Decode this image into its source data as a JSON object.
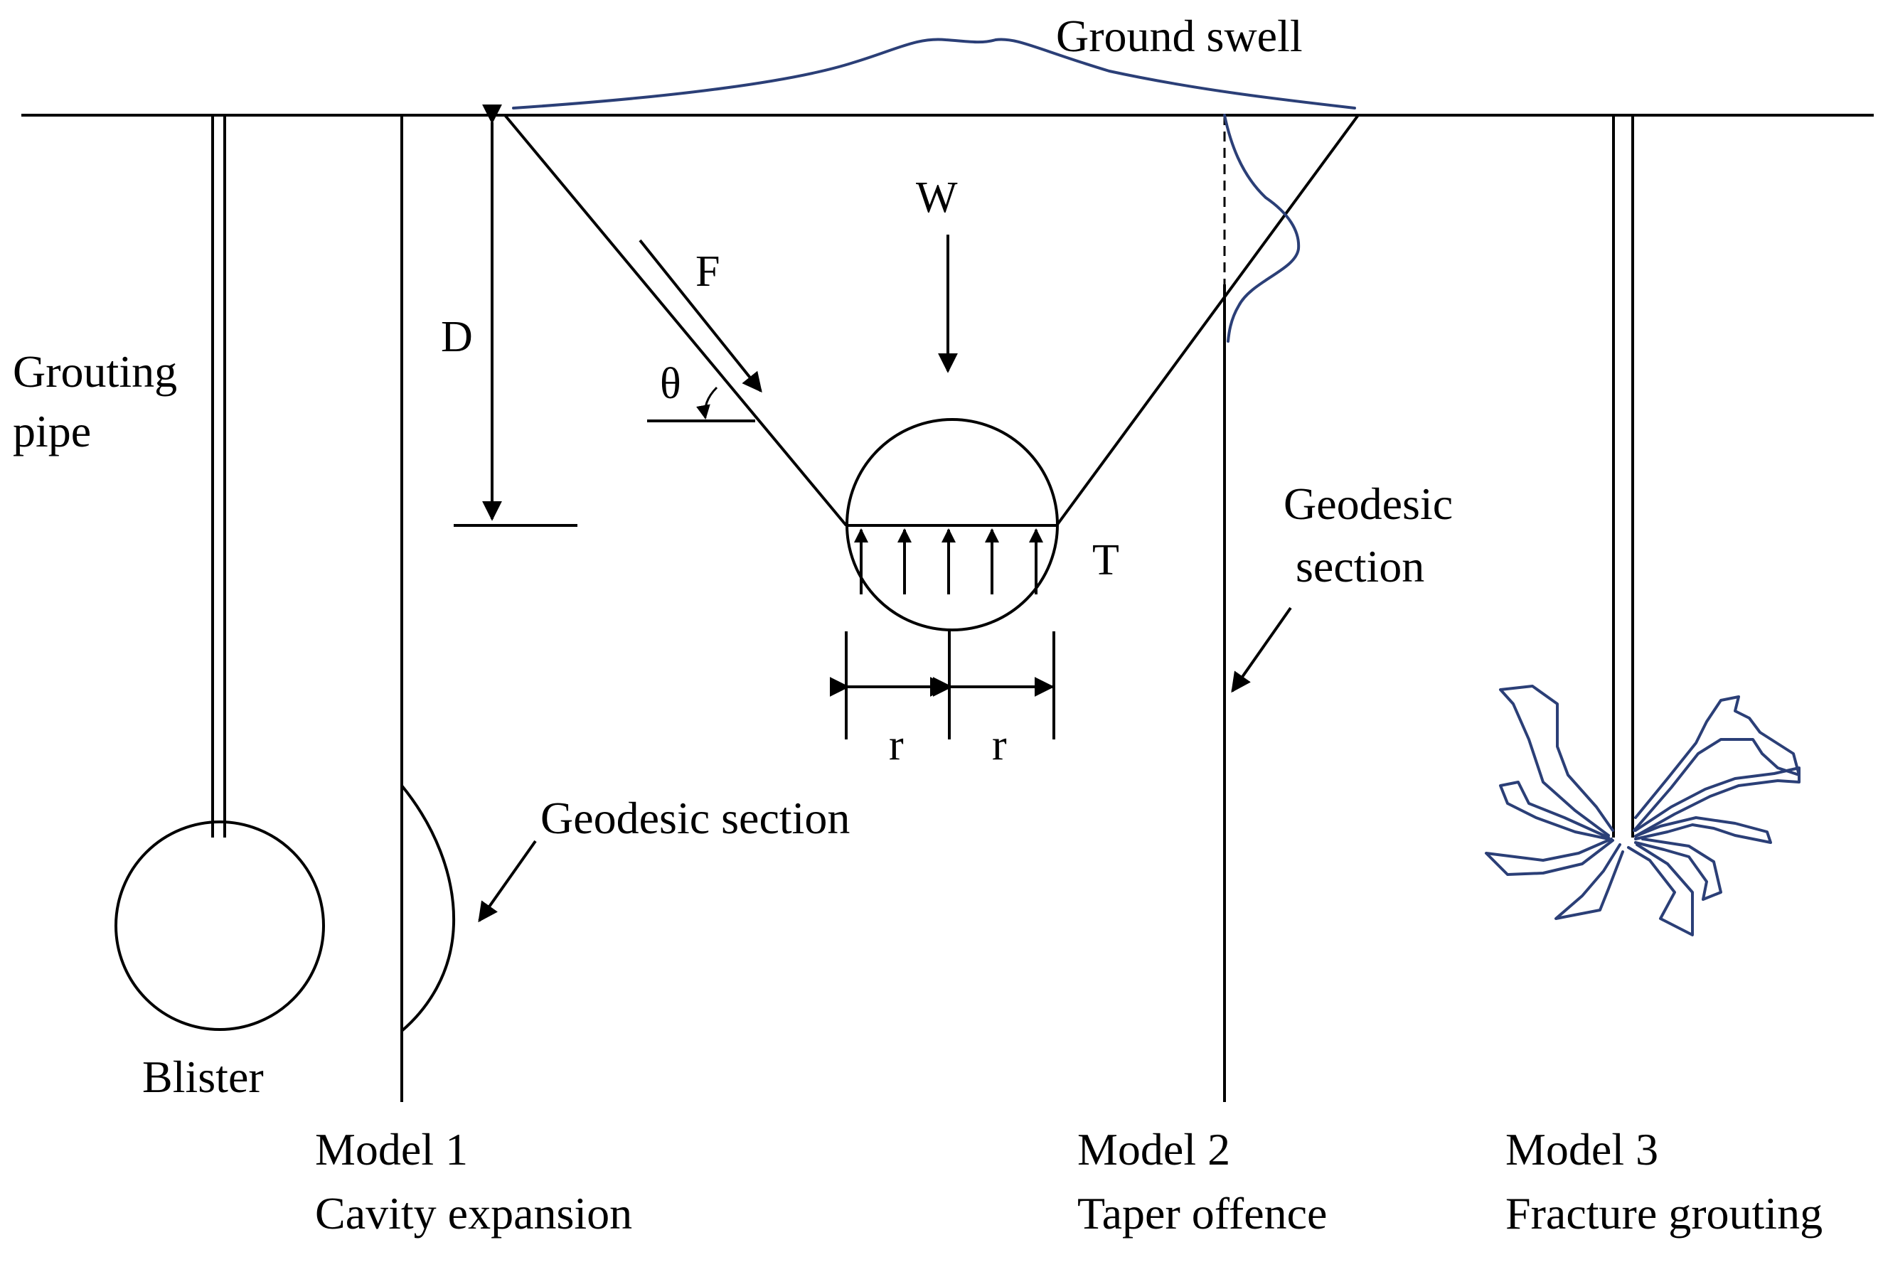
{
  "labels": {
    "ground_swell": "Ground swell",
    "grouting_pipe_line1": "Grouting",
    "grouting_pipe_line2": "pipe",
    "blister": "Blister",
    "geodesic_section_1": "Geodesic section",
    "geodesic_section_2_line1": "Geodesic",
    "geodesic_section_2_line2": "section",
    "depth": "D",
    "angle": "θ",
    "force": "F",
    "weight": "W",
    "tension": "T",
    "radius_left": "r",
    "radius_right": "r"
  },
  "models": [
    {
      "title": "Model 1",
      "subtitle": "Cavity expansion"
    },
    {
      "title": "Model 2",
      "subtitle": "Taper offence"
    },
    {
      "title": "Model 3",
      "subtitle": "Fracture grouting"
    }
  ],
  "colors": {
    "line": "#000000",
    "swell_curve": "#2b3f77",
    "fracture_veins": "#2b3f77"
  }
}
